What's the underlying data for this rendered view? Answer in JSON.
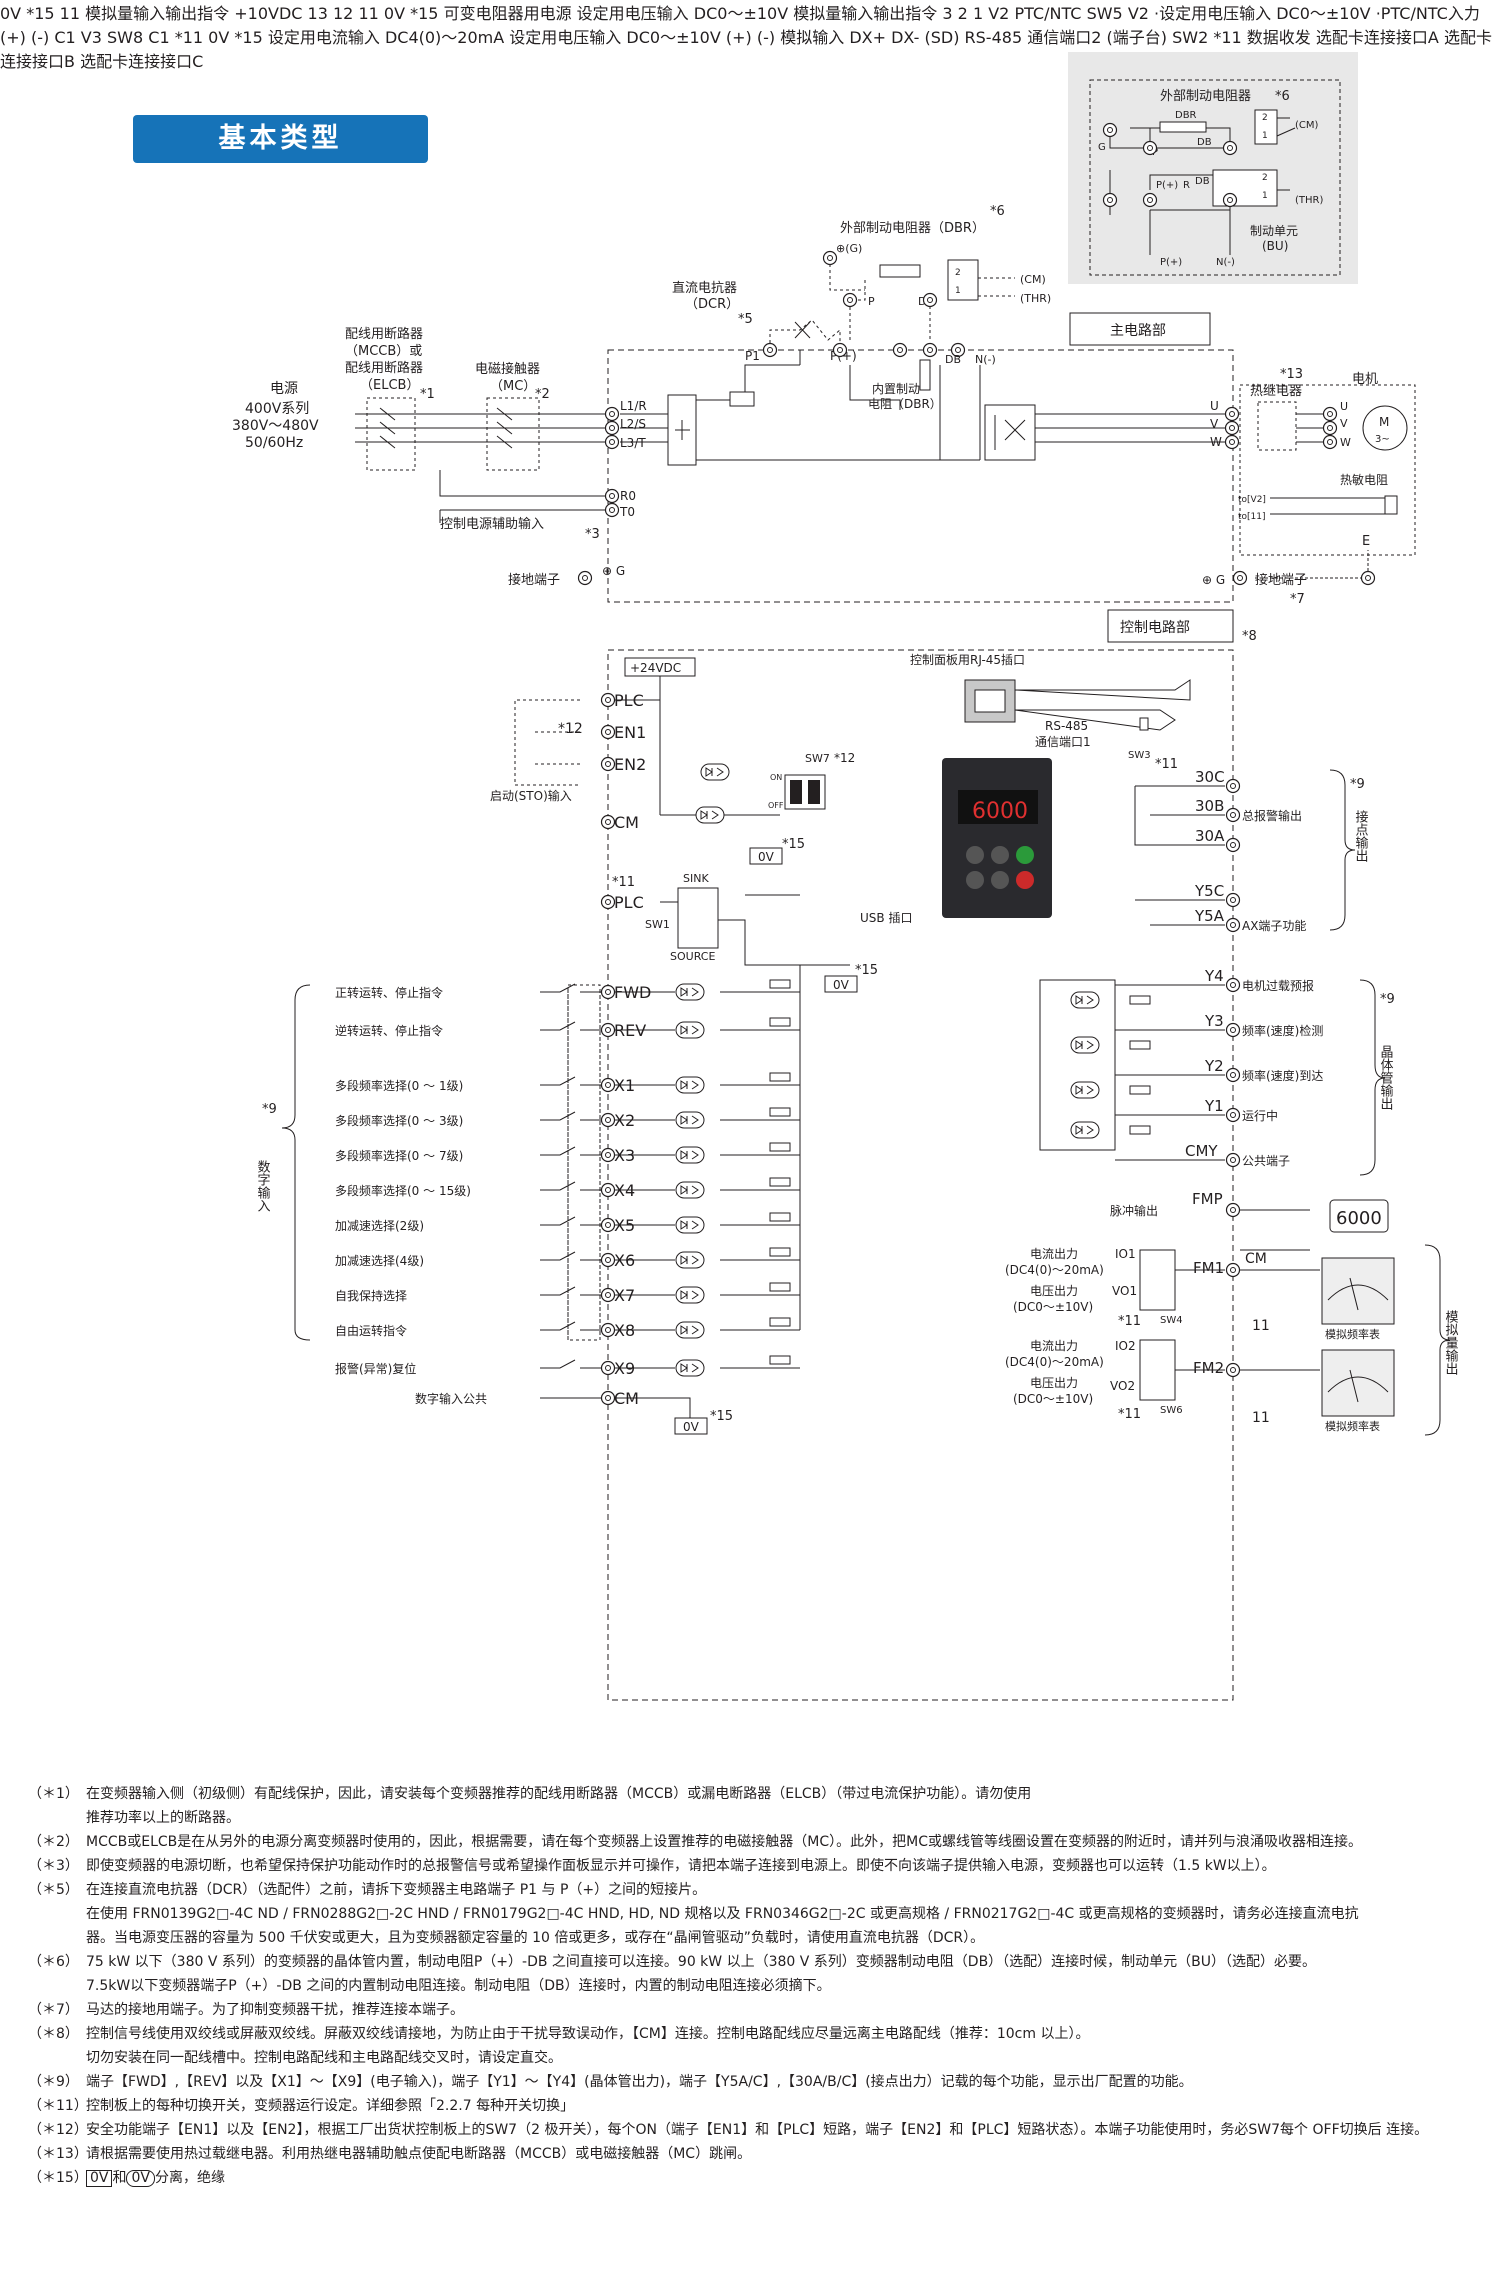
{
  "header": {
    "title": "基本类型"
  },
  "dbr_option_box": {
    "title": "外部制动电阻器",
    "mark": "*6",
    "labels": [
      "DBR",
      "DB",
      "P",
      "G",
      "P(+)",
      "R",
      "DB",
      "N(-)",
      "P(+)",
      "制动单元",
      "(BU)",
      "(CM)",
      "(THR)"
    ],
    "terms": [
      "2",
      "1",
      "2",
      "1"
    ]
  },
  "main": {
    "top_dbr": {
      "title": "外部制动电阻器（DBR）",
      "mark": "*6",
      "g": "⊕(G)",
      "p": "P",
      "db": "DB",
      "out": [
        "(CM)",
        "(THR)"
      ],
      "nums": [
        "2",
        "1"
      ]
    },
    "dcr": {
      "label1": "直流电抗器",
      "label2": "（DCR）",
      "mark": "*5",
      "p1": "P1",
      "pplus": "P(+)"
    },
    "mccb": {
      "l1": "配线用断路器",
      "l2": "（MCCB）或",
      "l3": "配线用断路器",
      "l4": "（ELCB）",
      "mark": "*1"
    },
    "mc": {
      "l1": "电磁接触器",
      "l2": "（MC）",
      "mark": "*2"
    },
    "power": {
      "l1": "电源",
      "l2": "400V系列",
      "l3": "380V～480V",
      "l4": "50/60Hz"
    },
    "main_circuit_label": "主电路部",
    "control_circuit_label": "控制电路部",
    "control_mark": "*8",
    "terminals_in": [
      "L1/R",
      "L2/S",
      "L3/T"
    ],
    "aux": {
      "r0": "R0",
      "t0": "T0",
      "label": "控制电源辅助输入",
      "mark": "*3"
    },
    "ground": {
      "label": "接地端子",
      "g": "⊕ G",
      "g2": "⊕ G",
      "label2": "接地端子",
      "mark": "*7"
    },
    "dbr_internal": {
      "l1": "内置制动",
      "l2": "电阻（DBR）",
      "db": "DB",
      "n": "N(-)"
    },
    "terminals_out": [
      "U",
      "V",
      "W"
    ],
    "motor": {
      "relay_mark": "*13",
      "relay": "热继电器",
      "motor_label": "电机",
      "m": "M",
      "three": "3~",
      "thermistor": "热敏电阻",
      "v2": "to[V2]",
      "c11": "to[11]",
      "e": "E"
    }
  },
  "control": {
    "v24": "+24VDC",
    "plc": "PLC",
    "en1": "EN1",
    "en2": "EN2",
    "cm": "CM",
    "mark12a": "*12",
    "sto": "启动(STO)输入",
    "sw7": "SW7",
    "sw7_mark": "*12",
    "on": "ON",
    "off": "OFF",
    "ov": "0V",
    "mark15": "*15",
    "rj45": "控制面板用RJ-45插口",
    "rs485a1": "RS-485",
    "rs485a2": "通信端口1",
    "sw3": "SW3",
    "mark11": "*11",
    "keypad_display": "6000",
    "usb": "USB 插口",
    "plc2": "PLC",
    "mark11b": "*11",
    "sink": "SINK",
    "source": "SOURCE",
    "sw1": "SW1",
    "inputs": [
      {
        "term": "FWD",
        "desc": "正转运转、停止指令"
      },
      {
        "term": "REV",
        "desc": "逆转运转、停止指令"
      },
      {
        "term": "X1",
        "desc": "多段频率选择(0 ～ 1级)"
      },
      {
        "term": "X2",
        "desc": "多段频率选择(0 ～ 3级)"
      },
      {
        "term": "X3",
        "desc": "多段频率选择(0 ～ 7级)"
      },
      {
        "term": "X4",
        "desc": "多段频率选择(0 ～ 15级)"
      },
      {
        "term": "X5",
        "desc": "加减速选择(2级)"
      },
      {
        "term": "X6",
        "desc": "加减速选择(4级)"
      },
      {
        "term": "X7",
        "desc": "自我保持选择"
      },
      {
        "term": "X8",
        "desc": "自由运转指令"
      },
      {
        "term": "X9",
        "desc": "报警(异常)复位"
      },
      {
        "term": "CM",
        "desc": "数字输入公共"
      }
    ],
    "digital_group": {
      "mark": "*9",
      "label": "数字输入"
    },
    "relay_out": [
      {
        "term": "30C",
        "desc": ""
      },
      {
        "term": "30B",
        "desc": "总报警输出"
      },
      {
        "term": "30A",
        "desc": ""
      },
      {
        "term": "Y5C",
        "desc": ""
      },
      {
        "term": "Y5A",
        "desc": "AX端子功能"
      }
    ],
    "relay_group": {
      "mark": "*9",
      "label": "接点输出"
    },
    "transistor_out": [
      {
        "term": "Y4",
        "desc": "电机过载预报"
      },
      {
        "term": "Y3",
        "desc": "频率(速度)检测"
      },
      {
        "term": "Y2",
        "desc": "频率(速度)到达"
      },
      {
        "term": "Y1",
        "desc": "运行中"
      },
      {
        "term": "CMY",
        "desc": "公共端子"
      }
    ],
    "transistor_group": {
      "mark": "*9",
      "label": "晶体管输出"
    },
    "fmp": {
      "term": "FMP",
      "desc": "脉冲输出",
      "meter": "6000",
      "cm": "CM"
    },
    "fm1": {
      "term": "FM1",
      "io": "IO1",
      "vo": "VO1",
      "sw": "SW4",
      "cur1": "电流出力",
      "cur2": "(DC4(0)～20mA)",
      "vol1": "电压出力",
      "vol2": "(DC0～±10V)",
      "mark": "*11",
      "c11": "11",
      "meter": "模拟频率表"
    },
    "fm2": {
      "term": "FM2",
      "io": "IO2",
      "vo": "VO2",
      "sw": "SW6",
      "cur1": "电流出力",
      "cur2": "(DC4(0)～20mA)",
      "vol1": "电压出力",
      "vol2": "(DC0～±10V)",
      "mark": "*11",
      "c11": "11",
      "meter": "模拟频率表"
    },
    "analog_out_group": {
      "label": "模拟量输出"
    },
    "analog_common": {
      "ov": "0V",
      "mark": "*15",
      "c11": "11",
      "desc": "模拟量输入输出指令"
    },
    "analog_in": {
      "t13": "13",
      "t12": "12",
      "t11": "11",
      "v10": "+10VDC",
      "pot": "可变电阻器用电源",
      "set1": "设定用电压输入",
      "set2": "DC0～±10V",
      "cmd": "模拟量输入输出指令",
      "ov": "0V",
      "mark15": "*15",
      "n3": "3",
      "n2": "2",
      "n1": "1",
      "v2": "V2",
      "v2out": "V2",
      "ptc": "PTC/NTC",
      "sw5": "SW5",
      "v2d1": "·设定用电压输入",
      "v2d2": "DC0～±10V",
      "v2d3": "·PTC/NTC入力",
      "c1": "C1",
      "v3": "V3",
      "c1out": "C1",
      "sw8": "SW8",
      "mark11": "*11",
      "ov2": "0V",
      "mark15b": "*15",
      "c1d1": "设定用电流输入",
      "c1d2": "DC4(0)～20mA",
      "c1d3": "设定用电压输入",
      "c1d4": "DC0～±10V",
      "plus": "(+)",
      "minus": "(-)"
    },
    "analog_in_group": {
      "label": "模拟输入"
    },
    "rs485b": {
      "dxp": "DX+",
      "dxm": "DX-",
      "sd": "(SD)",
      "l1": "RS-485",
      "l2": "通信端口2",
      "l3": "(端子台)",
      "sw2": "SW2",
      "mark": "*11",
      "data": "数据收发"
    },
    "option_ports": [
      "选配卡连接接口A",
      "选配卡连接接口B",
      "选配卡连接接口C"
    ]
  },
  "notes": [
    {
      "tag": "（＊1）",
      "lines": [
        "在变频器输入侧（初级侧）有配线保护，因此，请安装每个变频器推荐的配线用断路器（MCCB）或漏电断路器（ELCB）（带过电流保护功能）。请勿使用",
        "推荐功率以上的断路器。"
      ]
    },
    {
      "tag": "（＊2）",
      "lines": [
        "MCCB或ELCB是在从另外的电源分离变频器时使用的，因此，根据需要，请在每个变频器上设置推荐的电磁接触器（MC）。此外，把MC或螺线管等线圈设置在变频器的附近时，请并列与浪涌吸收器相连接。"
      ]
    },
    {
      "tag": "（＊3）",
      "lines": [
        "即使变频器的电源切断，也希望保持保护功能动作时的总报警信号或希望操作面板显示并可操作，请把本端子连接到电源上。即使不向该端子提供输入电源，变频器也可以运转（1.5 kW以上）。"
      ]
    },
    {
      "tag": "（＊5）",
      "lines": [
        "在连接直流电抗器（DCR）（选配件）之前，请拆下变频器主电路端子 P1 与 P（+）之间的短接片。",
        "在使用 FRN0139G2□-4C ND / FRN0288G2□-2C HND / FRN0179G2□-4C HND, HD, ND 规格以及 FRN0346G2□-2C 或更高规格 / FRN0217G2□-4C 或更高规格的变频器时，请务必连接直流电抗",
        "器。当电源变压器的容量为 500 千伏安或更大，且为变频器额定容量的 10 倍或更多，或存在“晶闸管驱动”负载时，请使用直流电抗器（DCR）。"
      ]
    },
    {
      "tag": "（＊6）",
      "lines": [
        "75 kW 以下（380 V 系列）的变频器的晶体管内置，制动电阻P（+）-DB 之间直接可以连接。90 kW 以上（380 V 系列）变频器制动电阻（DB）（选配）连接时候，制动单元（BU）（选配）必要。",
        "7.5kW以下变频器端子P（+）-DB 之间的内置制动电阻连接。制动电阻（DB）连接时，内置的制动电阻连接必须摘下。"
      ]
    },
    {
      "tag": "（＊7）",
      "lines": [
        "马达的接地用端子。为了抑制变频器干扰，推荐连接本端子。"
      ]
    },
    {
      "tag": "（＊8）",
      "lines": [
        "控制信号线使用双绞线或屏蔽双绞线。屏蔽双绞线请接地，为防止由于干扰导致误动作，【CM】连接。控制电路配线应尽量远离主电路配线（推荐：10cm 以上）。",
        "切勿安装在同一配线槽中。控制电路配线和主电路配线交叉时，请设定直交。"
      ]
    },
    {
      "tag": "（＊9）",
      "lines": [
        "端子【FWD】,【REV】以及【X1】～【X9】(电子输入)，端子【Y1】～【Y4】(晶体管出力)，端子【Y5A/C】,【30A/B/C】(接点出力）记载的每个功能，显示出厂配置的功能。"
      ]
    },
    {
      "tag": "（＊11）",
      "lines": [
        "控制板上的每种切换开关，变频器运行设定。详细参照「2.2.7 每种开关切换」"
      ]
    },
    {
      "tag": "（＊12）",
      "lines": [
        "安全功能端子【EN1】以及【EN2】，根据工厂出货状控制板上的SW7（2 极开关），每个ON（端子【EN1】和【PLC】短路，端子【EN2】和【PLC】短路状态）。本端子功能使用时，务必SW7每个 OFF切换后 连接。"
      ]
    },
    {
      "tag": "（＊13）",
      "lines": [
        "请根据需要使用热过载继电器。利用热继电器辅助触点使配电断路器（MCCB）或电磁接触器（MC）跳闸。"
      ]
    },
    {
      "tag": "（＊15）",
      "box1": "0V",
      "mid": "和",
      "box2": "0V",
      "end": "分离，绝缘"
    }
  ]
}
